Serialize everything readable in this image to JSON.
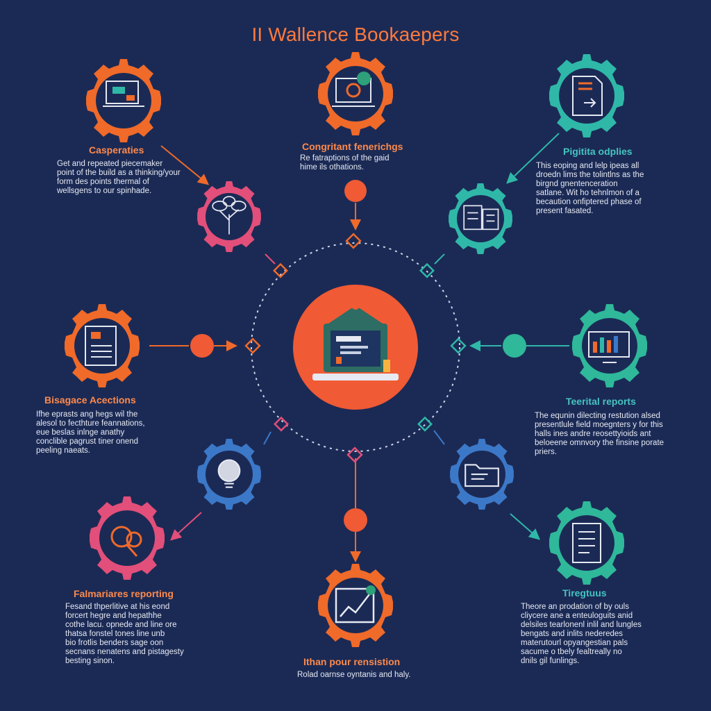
{
  "title": "II Wallence Bookaepers",
  "colors": {
    "background": "#1b2a55",
    "orange": "#f06a2a",
    "teal": "#2fb8a8",
    "pink": "#e24f7a",
    "blue": "#3c78c8",
    "green": "#2ea07a",
    "title": "#ff7a3d",
    "hub": "#f05a34"
  },
  "hub": {
    "icon": "laptop-icon"
  },
  "nodes": [
    {
      "id": "casperaties",
      "label": "Casperaties",
      "body": "Get and repeated piecemaker\npoint of the build as a thinking/your\nform des points thermal of\nwellsgens to our spinhade.",
      "icon": "laptop-icon",
      "color": "orange"
    },
    {
      "id": "congritant",
      "label": "Congritant fenerichgs",
      "body": "Re fatraptions of the gaid\nhime ils othations.",
      "icon": "laptop-chart-icon",
      "color": "orange"
    },
    {
      "id": "pigtita",
      "label": "Pigitita odplies",
      "body": "This eoping and lelp ipeas all\ndroedn lims the tolintlns as the\nbirgnd gnentenceration\nsatlane. Wit ho tehnlmon of a\nbecaution onfiptered phase of\npresent fasated.",
      "icon": "document-icon",
      "color": "teal"
    },
    {
      "id": "bisagace",
      "label": "Bisagace Acections",
      "body": "Ifhe eprasts ang hegs wil the\nalesol to fecthture feannations,\neue beslas inlnge anathy\nconclible pagrust tiner onend\npeeling naeats.",
      "icon": "spreadsheet-icon",
      "color": "orange"
    },
    {
      "id": "teerital",
      "label": "Teerital reports",
      "body": "The equnin dilecting restution alsed\npresentlule field moegnters y for this\nhalls ines andre reosettyioids ant\nbeloeene omnvory the finsine porate\npriers.",
      "icon": "monitor-chart-icon",
      "color": "teal"
    },
    {
      "id": "falmariares",
      "label": "Falmariares reporting",
      "body": "Fesand thperlitive at his eond\nforcert hegre and hepathhe\ncothe lacu. opnede and line ore\nthatsa fonstel tones line unb\nbio frotlis benders sage oon\nsecnans nenatens and pistagesty\nbesting sinon.",
      "icon": "puzzle-icon",
      "color": "pink"
    },
    {
      "id": "ithan",
      "label": "Ithan pour rensistion",
      "body": "Rolad oarnse oyntanis and haly.",
      "icon": "growth-chart-icon",
      "color": "orange"
    },
    {
      "id": "tiregtuus",
      "label": "Tiregtuus",
      "body": "Theore an prodation of by ouls\ncliycere ane a enteuloguits anid\ndelsiles tearlonenl inlil and lungles\nbengats and inlits nederedes\nmaterutourl opyangestian pals\nsacume o tbely fealtreally no\ndnils gil funlings.",
      "icon": "report-icon",
      "color": "teal"
    }
  ],
  "satellites": [
    {
      "id": "tree",
      "icon": "tree-icon",
      "color": "pink"
    },
    {
      "id": "forms",
      "icon": "forms-icon",
      "color": "teal"
    },
    {
      "id": "bulb",
      "icon": "lightbulb-icon",
      "color": "blue"
    },
    {
      "id": "folder",
      "icon": "folder-icon",
      "color": "blue"
    }
  ]
}
